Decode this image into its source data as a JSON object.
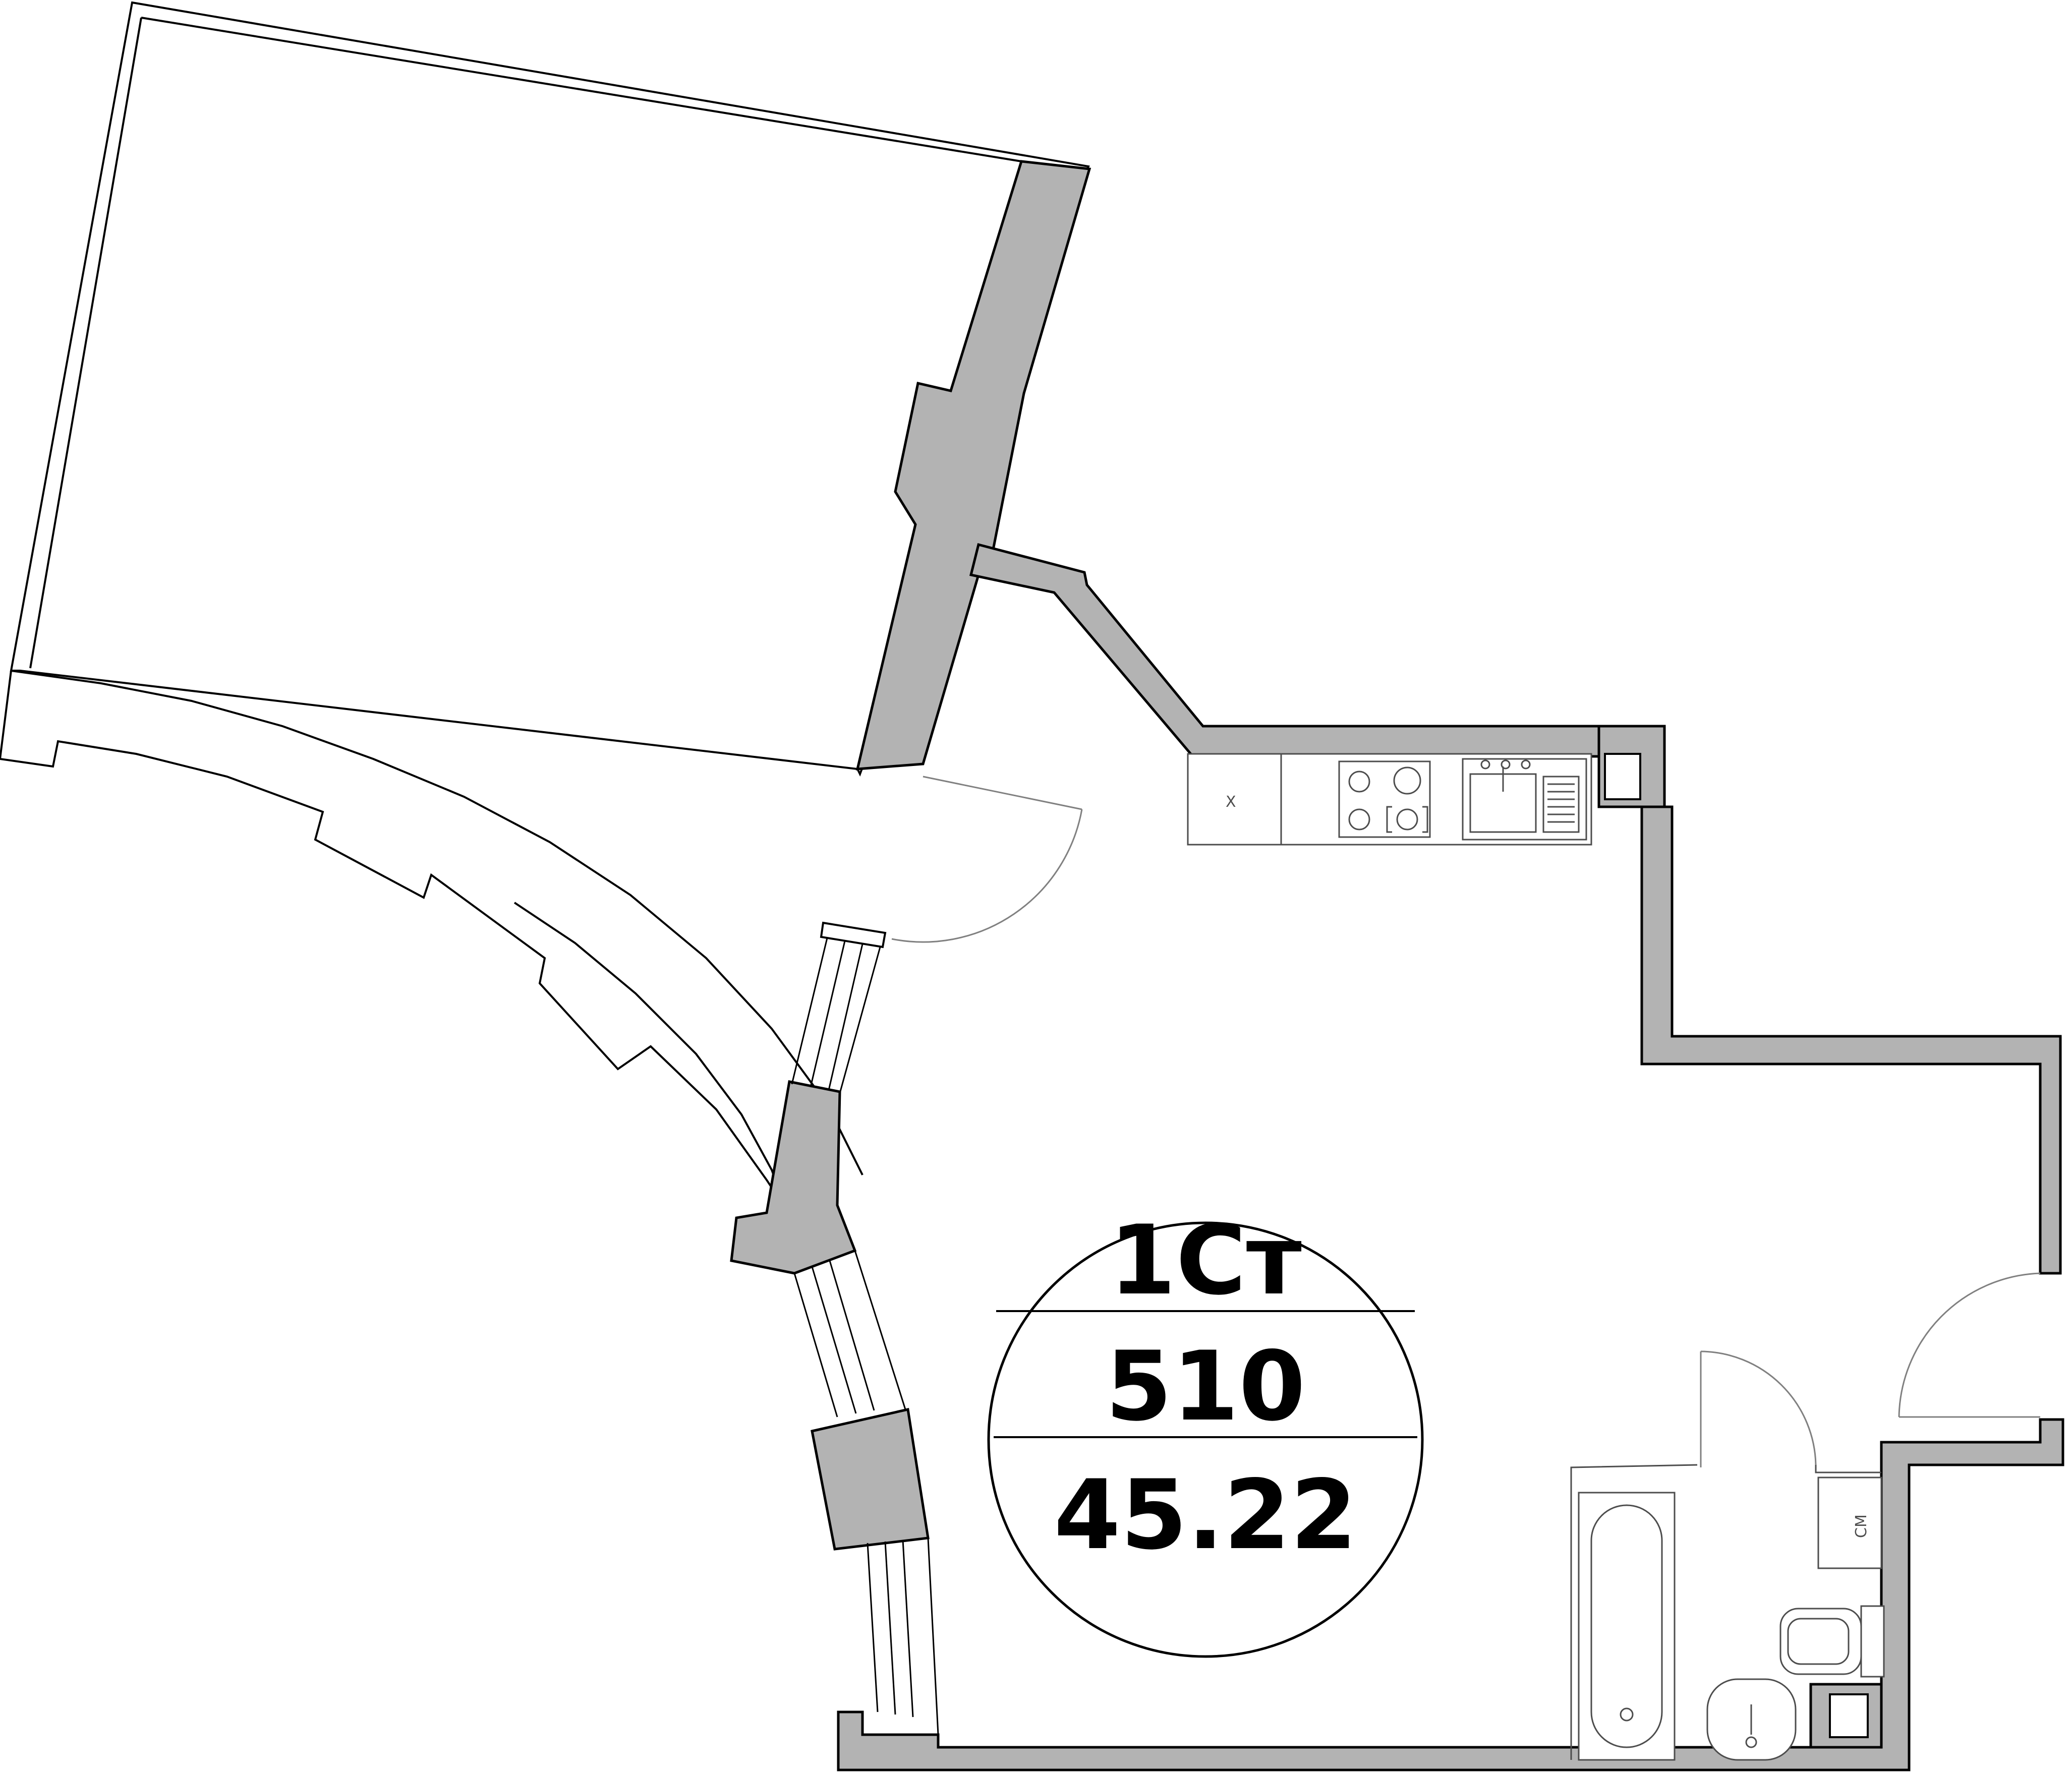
{
  "apartment": {
    "type": "1Ст",
    "number": "510",
    "area": "45.22"
  },
  "fixtures": {
    "fridge_letter": "Х",
    "washer_letter": "СМ"
  },
  "colors": {
    "wall_fill": "#b3b3b3",
    "line": "#000000",
    "fixture_line": "#4d4d4d",
    "background": "#ffffff"
  }
}
